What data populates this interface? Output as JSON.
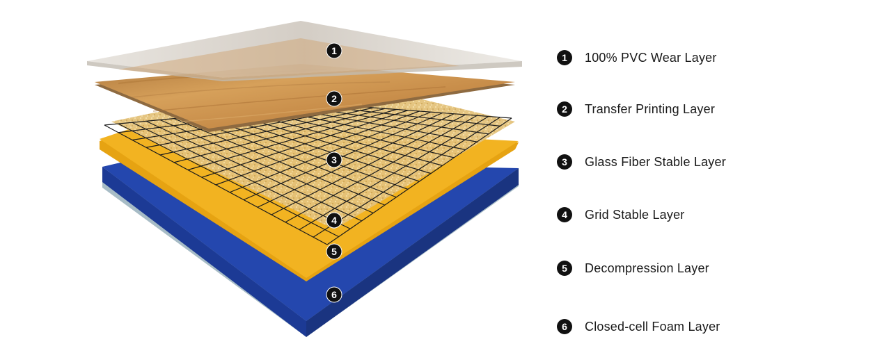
{
  "diagram": {
    "layers": [
      {
        "number": "1",
        "label": "100% PVC Wear Layer",
        "color": "#d9d4cc"
      },
      {
        "number": "2",
        "label": "Transfer Printing Layer",
        "color": "#c99049"
      },
      {
        "number": "3",
        "label": "Glass Fiber Stable Layer",
        "color": "#e3c276"
      },
      {
        "number": "4",
        "label": "Grid Stable Layer",
        "color": "#000000"
      },
      {
        "number": "5",
        "label": "Decompression Layer",
        "color": "#f0b21e"
      },
      {
        "number": "6",
        "label": "Closed-cell Foam Layer",
        "color": "#203f9e"
      }
    ]
  }
}
